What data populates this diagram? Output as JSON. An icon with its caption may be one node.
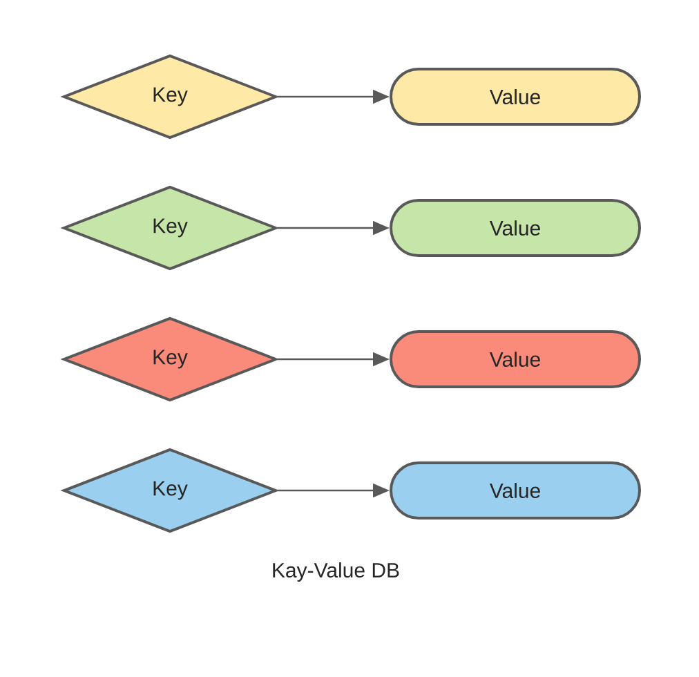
{
  "diagram": {
    "caption": "Kay-Value DB",
    "nodes": [
      {
        "text": [
          "Key"
        ]
      },
      {
        "text": [
          "Value"
        ]
      },
      {
        "text": [
          "Key"
        ]
      },
      {
        "text": [
          "Value"
        ]
      },
      {
        "text": [
          "Key"
        ]
      },
      {
        "text": [
          "Value"
        ]
      },
      {
        "text": [
          "Key"
        ]
      },
      {
        "text": [
          "Value"
        ]
      }
    ],
    "edges": [
      {
        "from": 0,
        "to": 1,
        "arrow": "to"
      },
      {
        "from": 2,
        "to": 3,
        "arrow": "to"
      },
      {
        "from": 4,
        "to": 5,
        "arrow": "to"
      },
      {
        "from": 6,
        "to": 7,
        "arrow": "to"
      }
    ]
  }
}
